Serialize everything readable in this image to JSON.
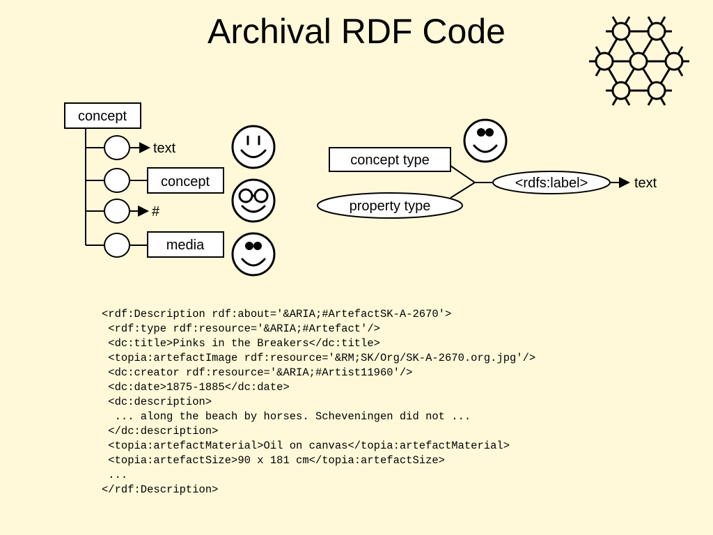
{
  "slide": {
    "title": "Archival RDF Code"
  },
  "left_diagram": {
    "root_label": "concept",
    "branches": [
      {
        "target_label": "text",
        "boxed": false
      },
      {
        "target_label": "concept",
        "boxed": true
      },
      {
        "target_label": "#",
        "boxed": false
      },
      {
        "target_label": "media",
        "boxed": true
      }
    ]
  },
  "right_diagram": {
    "concept_type_label": "concept type",
    "property_type_label": "property type",
    "rdfs_label": "<rdfs:label>",
    "target_label": "text"
  },
  "icons": [
    "smiley-face-icon",
    "smiley-glasses-icon",
    "smiley-sunglasses-icon",
    "smiley-sunglasses-icon",
    "hexagonal-network-logo-icon"
  ],
  "code_lines": [
    "<rdf:Description rdf:about='&ARIA;#ArtefactSK-A-2670'>",
    " <rdf:type rdf:resource='&ARIA;#Artefact'/>",
    " <dc:title>Pinks in the Breakers</dc:title>",
    " <topia:artefactImage rdf:resource='&RM;SK/Org/SK-A-2670.org.jpg'/>",
    " <dc:creator rdf:resource='&ARIA;#Artist11960'/>",
    " <dc:date>1875-1885</dc:date>",
    " <dc:description>",
    "  ... along the beach by horses. Scheveningen did not ...",
    " </dc:description>",
    " <topia:artefactMaterial>Oil on canvas</topia:artefactMaterial>",
    " <topia:artefactSize>90 x 181 cm</topia:artefactSize>",
    " ...",
    "</rdf:Description>"
  ]
}
